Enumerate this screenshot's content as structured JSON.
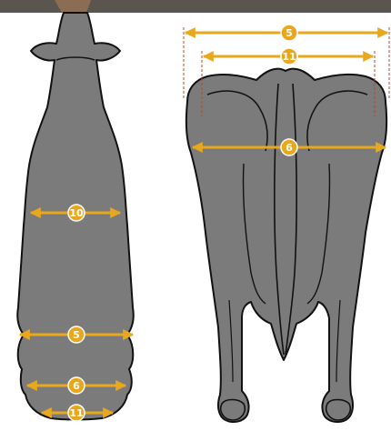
{
  "colors": {
    "body": "#7b7b7b",
    "outline": "#111111",
    "arrow": "#e9a81c",
    "badge": "#e9a81c",
    "guide": "#b84a1f",
    "top_strip": "#5a554e"
  },
  "figures": {
    "top_view": {
      "measurements": [
        {
          "label": "10"
        },
        {
          "label": "5"
        },
        {
          "label": "6"
        },
        {
          "label": "11"
        }
      ]
    },
    "rear_view": {
      "measurements": [
        {
          "label": "5"
        },
        {
          "label": "11"
        },
        {
          "label": "6"
        }
      ]
    }
  }
}
